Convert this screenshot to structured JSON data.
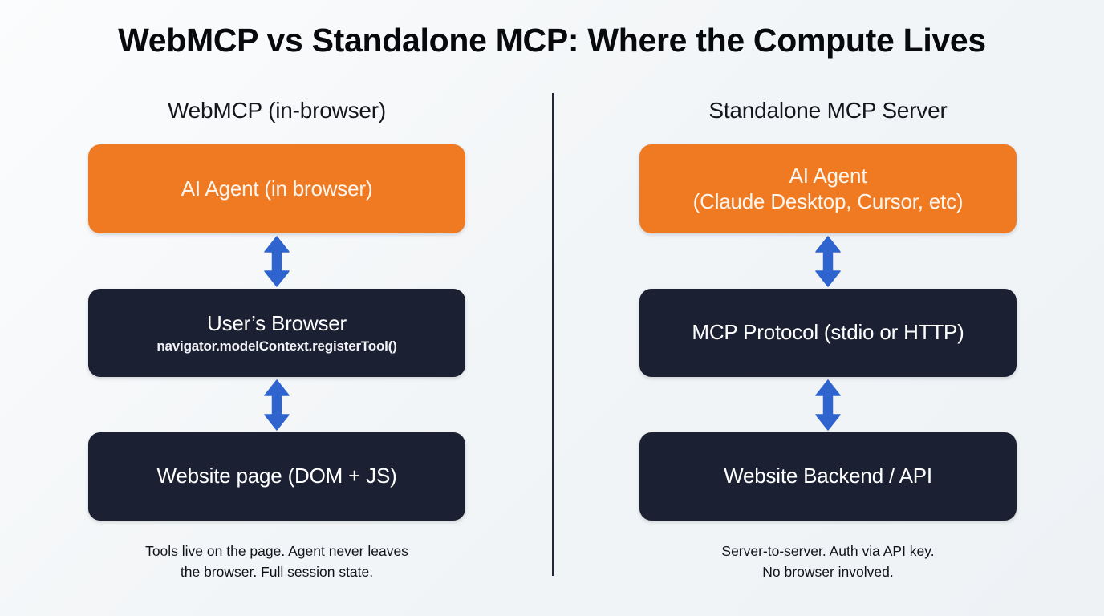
{
  "title": "WebMCP vs Standalone MCP: Where the Compute Lives",
  "colors": {
    "background": "#f2f5f7",
    "agent_box": "#f07a22",
    "dark_box": "#1c2033",
    "arrow": "#2f64cf",
    "divider": "#222838",
    "title_text": "#08090c"
  },
  "columns": [
    {
      "heading": "WebMCP (in-browser)",
      "nodes": [
        {
          "label": "AI Agent (in browser)",
          "sub": "",
          "style": "agent"
        },
        {
          "label": "User’s Browser",
          "sub": "navigator.modelContext.registerTool()",
          "style": "dark"
        },
        {
          "label": "Website page (DOM + JS)",
          "sub": "",
          "style": "dark"
        }
      ],
      "connectors": [
        "bidirectional-arrow",
        "bidirectional-arrow"
      ],
      "caption": "Tools live on the page. Agent never leaves\nthe browser. Full session state."
    },
    {
      "heading": "Standalone MCP Server",
      "nodes": [
        {
          "label": "AI Agent\n(Claude Desktop, Cursor, etc)",
          "sub": "",
          "style": "agent"
        },
        {
          "label": "MCP Protocol (stdio or HTTP)",
          "sub": "",
          "style": "dark"
        },
        {
          "label": "Website Backend / API",
          "sub": "",
          "style": "dark"
        }
      ],
      "connectors": [
        "bidirectional-arrow",
        "bidirectional-arrow"
      ],
      "caption": "Server-to-server. Auth via API key.\nNo browser involved."
    }
  ]
}
